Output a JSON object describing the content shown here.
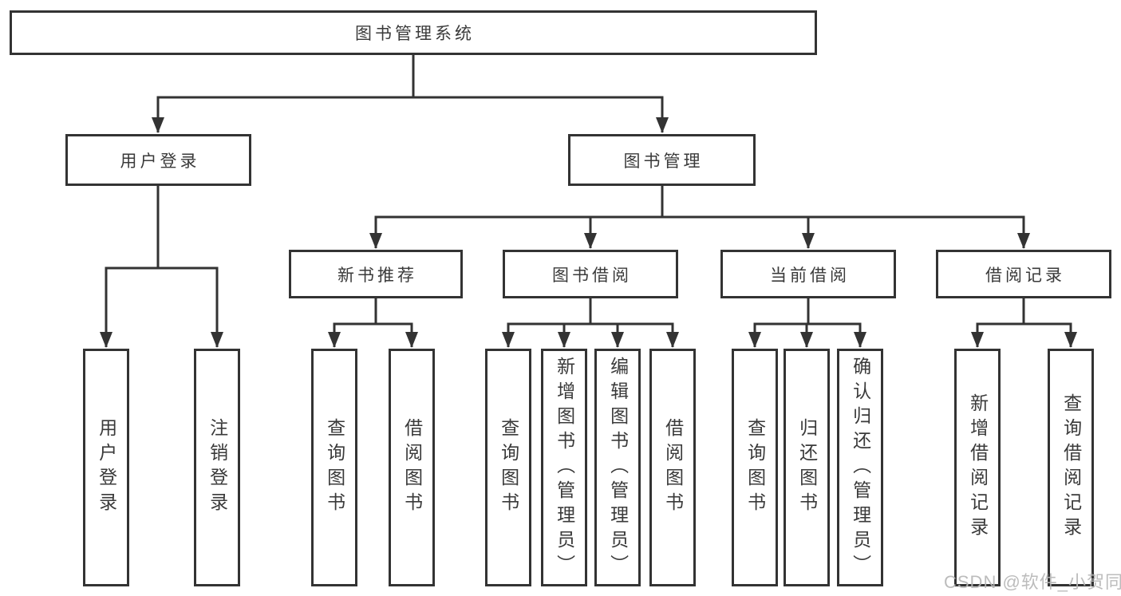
{
  "diagram": {
    "root": "图书管理系统",
    "user_login": {
      "label": "用户登录",
      "children": [
        "用户登录",
        "注销登录"
      ]
    },
    "book_mgmt": {
      "label": "图书管理",
      "children": [
        {
          "label": "新书推荐",
          "children": [
            "查询图书",
            "借阅图书"
          ]
        },
        {
          "label": "图书借阅",
          "children": [
            "查询图书",
            "新增图书（管理员）",
            "编辑图书（管理员）",
            "借阅图书"
          ]
        },
        {
          "label": "当前借阅",
          "children": [
            "查询图书",
            "归还图书",
            "确认归还（管理员）"
          ]
        },
        {
          "label": "借阅记录",
          "children": [
            "新增借阅记录",
            "查询借阅记录"
          ]
        }
      ]
    }
  },
  "watermark": "CSDN @软件_小贺同学",
  "colors": {
    "line": "#333333",
    "text": "#3a3a3a",
    "watermark": "#b7b7b7",
    "background": "#ffffff"
  }
}
